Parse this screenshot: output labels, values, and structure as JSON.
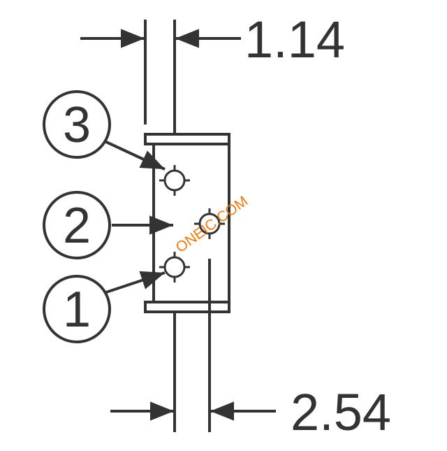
{
  "dimensions": {
    "pin_diameter": "1.14",
    "pin_pitch": "2.54"
  },
  "pins": [
    {
      "number": "3"
    },
    {
      "number": "2"
    },
    {
      "number": "1"
    }
  ],
  "watermark": {
    "text": "ONEIC.COM",
    "color": "#f07a10"
  },
  "colors": {
    "line": "#333333",
    "background": "#ffffff"
  }
}
